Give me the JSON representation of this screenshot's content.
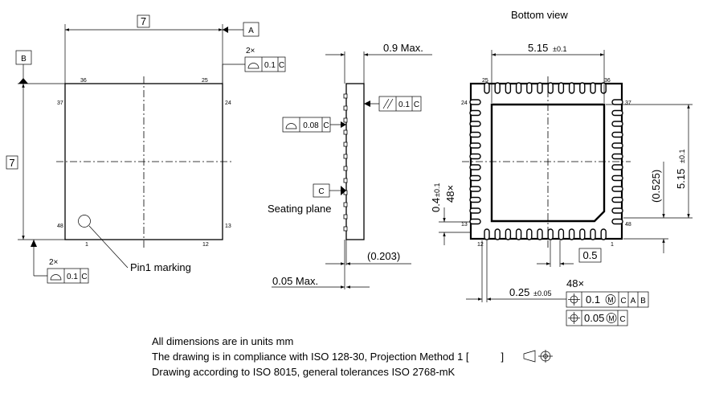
{
  "top_view": {
    "width_dim": "7",
    "height_dim": "7",
    "datum_a": "A",
    "datum_b": "B",
    "pin_labels": {
      "p36": "36",
      "p25": "25",
      "p37": "37",
      "p24": "24",
      "p48": "48",
      "p13": "13",
      "p1": "1",
      "p12": "12"
    },
    "profile_count_top": "2×",
    "profile_count_bottom": "2×",
    "profile_tol_top": "0.1",
    "profile_ref_top": "C",
    "profile_tol_bottom": "0.1",
    "profile_ref_bottom": "C",
    "pin1_marking": "Pin1 marking"
  },
  "side_view": {
    "max_height": "0.9 Max.",
    "parallelism_tol": "0.1",
    "parallelism_ref": "C",
    "profile_tol": "0.08",
    "profile_ref": "C",
    "datum_c": "C",
    "seating_plane": "Seating plane",
    "standoff": "(0.203)",
    "standoff_max": "0.05 Max."
  },
  "bottom_view": {
    "title": "Bottom view",
    "width_dim": "5.15",
    "width_tol": "±0.1",
    "height_dim": "5.15",
    "height_tol": "±0.1",
    "edge_dim": "(0.525)",
    "pad_length": "0.4",
    "pad_length_tol": "±0.1",
    "pad_count": "48×",
    "pitch": "0.5",
    "pad_width": "0.25",
    "pad_width_tol": "±0.05",
    "fcf_count": "48×",
    "fcf_row1_tol": "0.1",
    "fcf_row1_refs": [
      "C",
      "A",
      "B"
    ],
    "fcf_row2_tol": "0.05",
    "fcf_row2_ref": "C",
    "modifier": "M",
    "pin_labels": {
      "p25": "25",
      "p36": "36",
      "p24": "24",
      "p37": "37",
      "p13": "13",
      "p48": "48",
      "p12": "12",
      "p1": "1"
    }
  },
  "notes": {
    "line1": "All dimensions are in units mm",
    "line2": "The drawing is in compliance with ISO 128-30, Projection Method 1 [",
    "line2_end": "]",
    "line3": "Drawing according to ISO 8015, general tolerances ISO 2768-mK"
  }
}
